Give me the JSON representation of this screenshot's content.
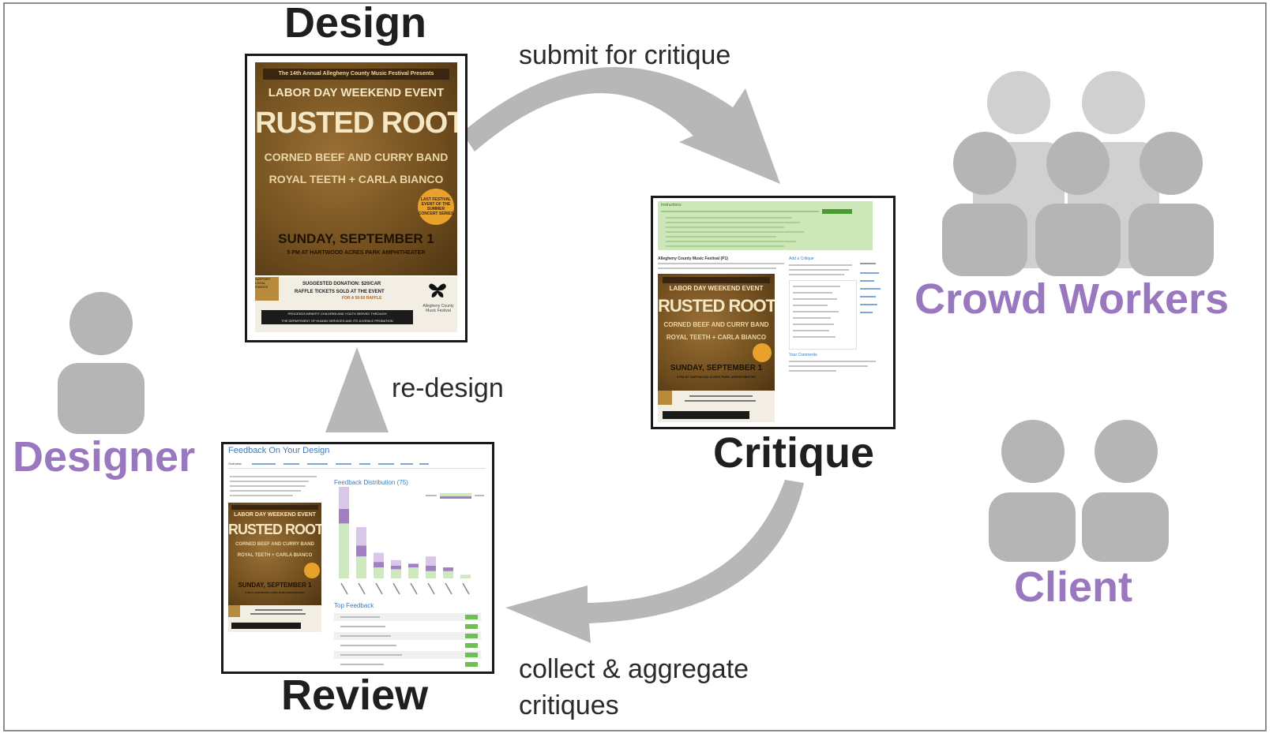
{
  "stages": {
    "design": "Design",
    "critique": "Critique",
    "review": "Review"
  },
  "roles": {
    "designer": "Designer",
    "crowd_workers": "Crowd Workers",
    "client": "Client"
  },
  "edges": {
    "submit": "submit for critique",
    "redesign": "re-design",
    "collect_line1": "collect & aggregate",
    "collect_line2": "critiques"
  },
  "poster": {
    "presents": "The 14th Annual Allegheny County Music Festival Presents",
    "event": "LABOR DAY WEEKEND EVENT",
    "headliner": "RUSTED ROOT",
    "band2": "CORNED BEEF AND CURRY BAND",
    "band3": "ROYAL TEETH  +  CARLA BIANCO",
    "badge": "LAST FESTIVAL EVENT OF THE SUMMER CONCERT SERIES",
    "date": "SUNDAY, SEPTEMBER 1",
    "venue": "5 PM AT HARTWOOD ACRES PARK AMPHITHEATER",
    "donation": "SUGGESTED DONATION: $20/CAR",
    "raffle": "RAFFLE TICKETS SOLD AT THE EVENT",
    "raffle2": "FOR A 50-50 RAFFLE",
    "support": "SUPPORT LOCAL EVENTS",
    "proceeds": "PROCEEDS BENEFIT CHILDREN AND YOUTH SERVED THROUGH",
    "proceeds2": "THE DEPARTMENT OF HUMAN SERVICES AND ITS JUVENILE PROBATION",
    "org": "Allegheny County Music Festival"
  },
  "critique_screen": {
    "instructions_title": "Instructions",
    "add_critique": "Add a Critique",
    "your_comments": "Your Comments",
    "festival_title": "Allegheny County Music Festival (P1)"
  },
  "review_screen": {
    "title": "Feedback On Your Design",
    "tab_overview": "Overview",
    "distribution_title": "Feedback Distribution (75)",
    "top_feedback_title": "Top Feedback"
  },
  "chart_data": {
    "type": "bar",
    "categories": [
      "c1",
      "c2",
      "c3",
      "c4",
      "c5",
      "c6",
      "c7",
      "c8"
    ],
    "series": [
      {
        "values": [
          30,
          12,
          6,
          5,
          6,
          4,
          4,
          2
        ]
      },
      {
        "values": [
          8,
          6,
          3,
          2,
          2,
          3,
          2,
          0
        ]
      },
      {
        "values": [
          12,
          10,
          5,
          3,
          0,
          5,
          0,
          0
        ]
      }
    ],
    "colors": [
      "#cfe9bf",
      "#a27fc5",
      "#d9c7ea"
    ]
  },
  "colors": {
    "role_purple": "#9a78bf",
    "person_gray": "#b5b5b5",
    "person_light": "#d0d0d0",
    "arrow_gray": "#b7b7b7"
  }
}
